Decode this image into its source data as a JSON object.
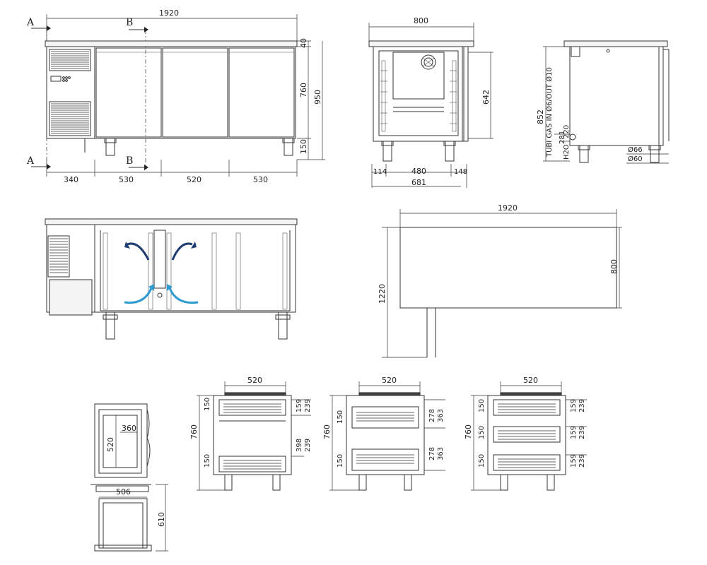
{
  "section_labels": {
    "a": "A",
    "b": "B"
  },
  "front_view": {
    "overall_width": "1920",
    "top_thickness": "40",
    "body_height": "760",
    "total_height": "950",
    "leg_height": "150",
    "bottom_widths": [
      "340",
      "530",
      "520",
      "530"
    ]
  },
  "side_view": {
    "depth": "800",
    "interior_height": "642",
    "bottom": [
      "114",
      "480",
      "148"
    ],
    "base_width": "681"
  },
  "profile_view": {
    "height_label": "852",
    "gas_label": "TUBI GAS IN Ø6/OUT Ø10",
    "h2o_label": "H2O",
    "dim_281": "281",
    "dim_220": "220",
    "diam_66": "Ø66",
    "diam_60": "Ø60"
  },
  "plan_view": {
    "width": "1920",
    "depth": "800",
    "overall_depth": "1220"
  },
  "door_view": {
    "inner_height": "520",
    "inner_width": "360",
    "base_width": "506",
    "base_height": "610"
  },
  "drawer_views": [
    {
      "width": "520",
      "height": "760",
      "left_top": "150",
      "left_bottom": "150",
      "right": [
        "159",
        "239",
        "398",
        "239"
      ]
    },
    {
      "width": "520",
      "height": "760",
      "left_top": "150",
      "left_bottom": "150",
      "right": [
        "278",
        "363",
        "278",
        "363"
      ]
    },
    {
      "width": "520",
      "height": "760",
      "left": [
        "150",
        "150",
        "150"
      ],
      "right": [
        "159",
        "239",
        "159",
        "239",
        "159",
        "239"
      ]
    }
  ],
  "colors": {
    "air_out": "#1f3d73",
    "air_in": "#2f9bd1",
    "line": "#333333"
  }
}
